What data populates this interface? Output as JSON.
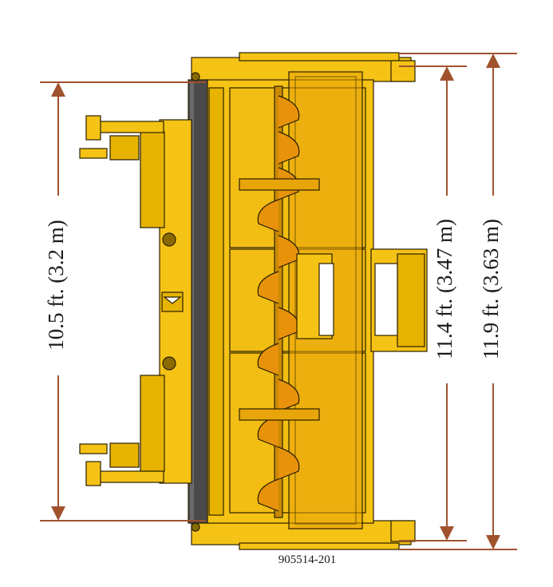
{
  "dimensions": {
    "left": "10.5 ft. (3.2 m)",
    "middle": "11.4 ft. (3.47 m)",
    "right": "11.9 ft. (3.63 m)"
  },
  "part_number": "905514-201",
  "colors": {
    "body_yellow": "#f5c316",
    "body_shadow": "#d9a400",
    "outline": "#2a2000",
    "roller": "#4a4a4a",
    "dimension_line": "#a0522d",
    "auger_orange": "#e8920c"
  }
}
